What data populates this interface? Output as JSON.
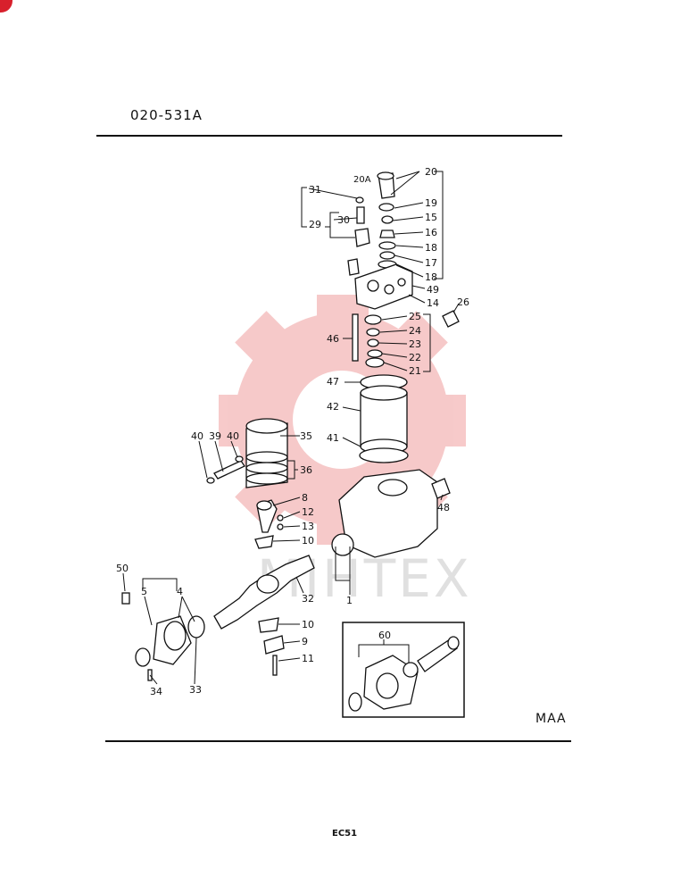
{
  "header": {
    "code": "020-531A"
  },
  "footer": {
    "section": "MAA",
    "page_code": "EC51"
  },
  "watermark": {
    "text": "MIHTEX",
    "gear_color": "#f4b8b8",
    "text_color": "#e0e0e0"
  },
  "accent_color": "#d8202c",
  "part_numbers": {
    "p20": "20",
    "p20a": "20A",
    "p19": "19",
    "p15": "15",
    "p16": "16",
    "p18a": "18",
    "p17": "17",
    "p18b": "18",
    "p49": "49",
    "p14": "14",
    "p26": "26",
    "p25": "25",
    "p24": "24",
    "p23": "23",
    "p22": "22",
    "p21": "21",
    "p31": "31",
    "p30": "30",
    "p29": "29",
    "p46": "46",
    "p47": "47",
    "p42": "42",
    "p41": "41",
    "p48": "48",
    "p40a": "40",
    "p39": "39",
    "p40b": "40",
    "p35": "35",
    "p36": "36",
    "p8": "8",
    "p12": "12",
    "p13": "13",
    "p10a": "10",
    "p1": "1",
    "p50": "50",
    "p5": "5",
    "p4": "4",
    "p32": "32",
    "p10b": "10",
    "p9": "9",
    "p11": "11",
    "p34": "34",
    "p33": "33",
    "p60": "60"
  }
}
